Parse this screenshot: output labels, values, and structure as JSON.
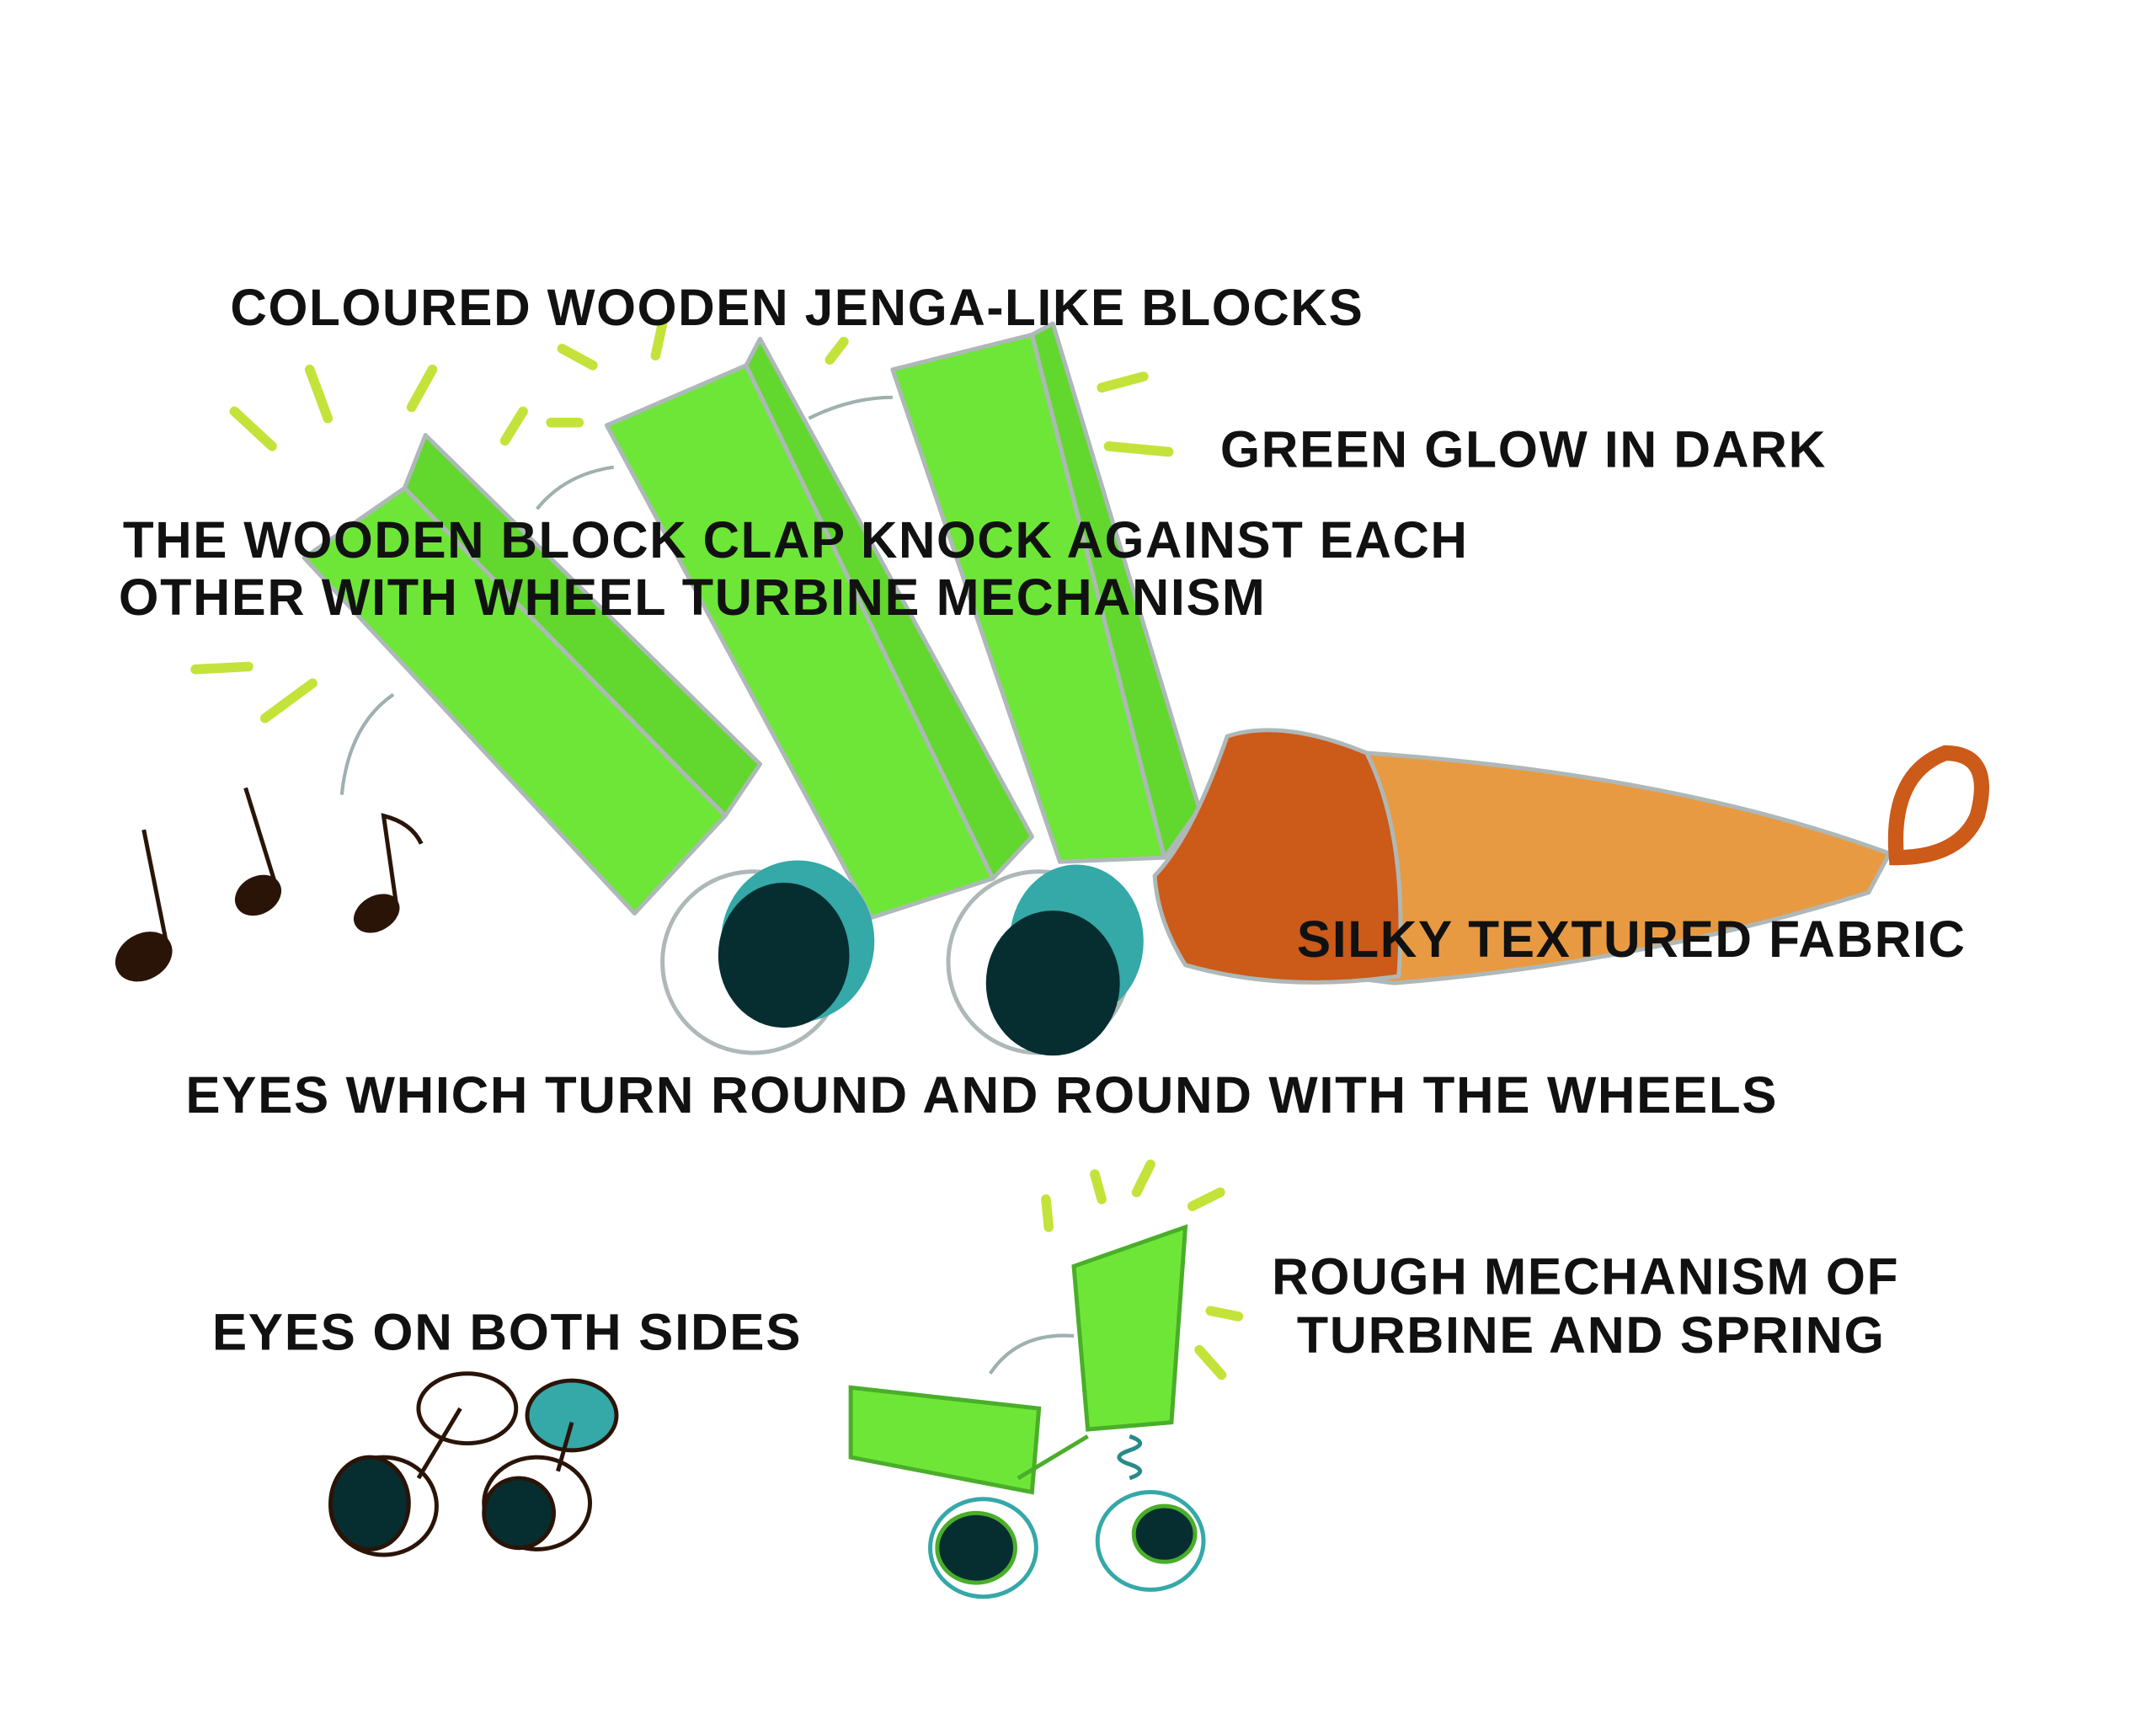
{
  "labels": {
    "blocks": "COLOURED WOODEN JENGA-LIKE BLOCKS",
    "glow": "GREEN GLOW IN DARK",
    "clap_line1": "THE WOODEN BLOCK CLAP KNOCK AGAINST EACH",
    "clap_line2": "OTHER WITH WHEEL TURBINE MECHANISM",
    "fabric": "SILKY TEXTURED FABRIC",
    "eyes_wheels": "EYES WHICH TURN ROUND AND ROUND WITH THE WHEELS",
    "eyes_sides": "EYES ON BOTH SIDES",
    "mechanism_line1": "ROUGH MECHANISM OF",
    "mechanism_line2": "TURBINE AND SPRING"
  },
  "colors": {
    "block_green": "#6ee637",
    "glow": "#c3e33a",
    "fabric_dark": "#cc5a18",
    "fabric_light": "#e89a42",
    "eye_teal": "#35a8a8",
    "pupil": "#062e30",
    "note": "#2a1408"
  }
}
